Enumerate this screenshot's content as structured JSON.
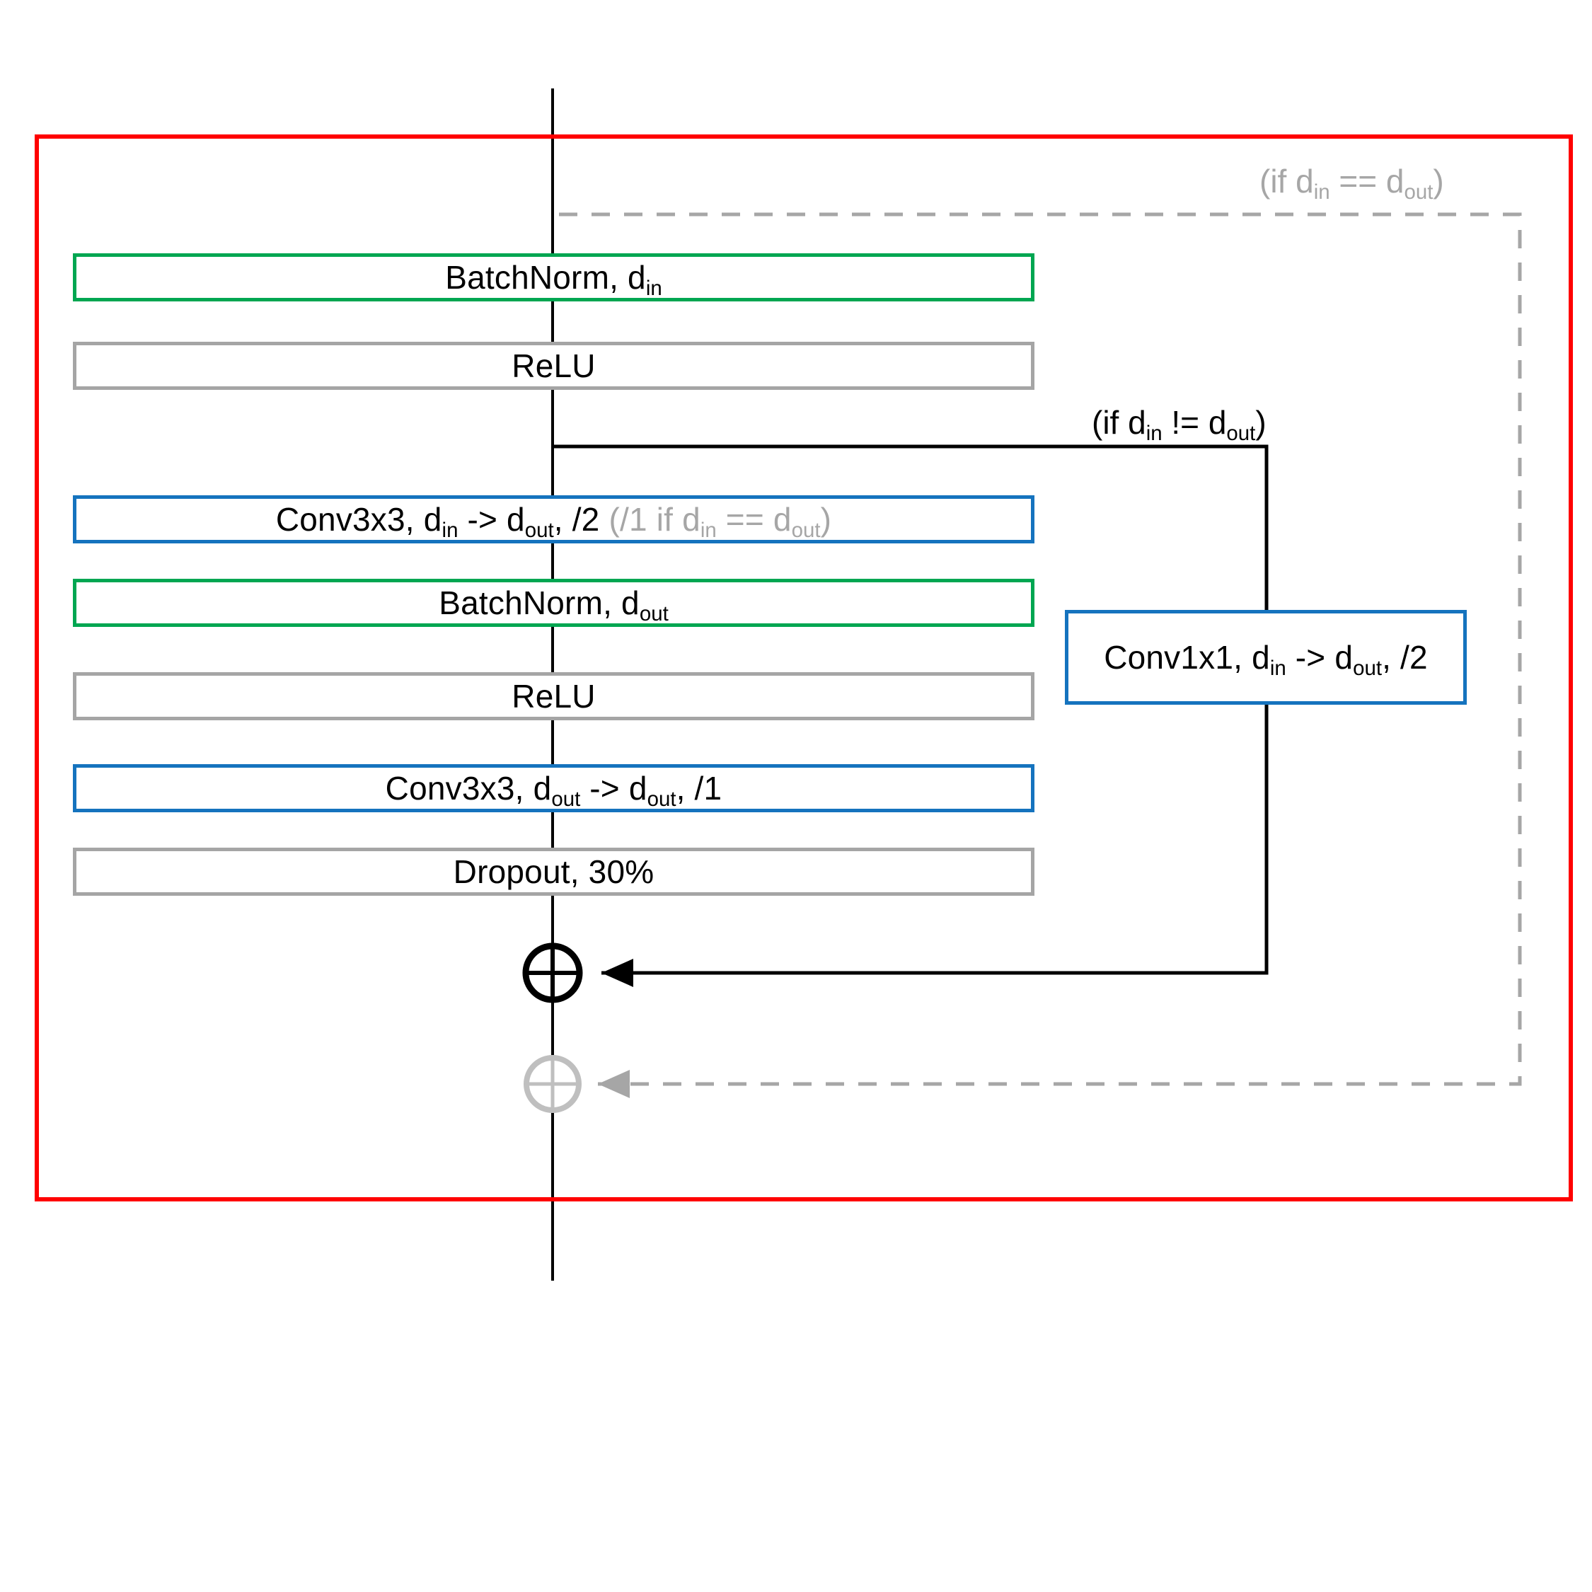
{
  "diagram": {
    "title": "Residual block (pre-activation) schematic",
    "colors": {
      "outer_border": "#FF0000",
      "norm_box": "#00A651",
      "conv_box": "#1573BE",
      "plain_box": "#A5A5A5",
      "muted_text": "#A6A6A6",
      "line": "#000000"
    },
    "outer_block_label": "residual-block-boundary",
    "main_path": [
      {
        "id": "batchnorm-in",
        "label_prefix": "BatchNorm, d",
        "label_sub": "in",
        "label_suffix": "",
        "style": "green"
      },
      {
        "id": "relu-1",
        "label_prefix": "ReLU",
        "label_sub": "",
        "label_suffix": "",
        "style": "grey"
      },
      {
        "id": "conv3x3-down",
        "label_prefix": "Conv3x3, d",
        "label_sub": "in",
        "label_suffix": "",
        "style": "blue"
      },
      {
        "id": "batchnorm-out",
        "label_prefix": "BatchNorm, d",
        "label_sub": "out",
        "label_suffix": "",
        "style": "green"
      },
      {
        "id": "relu-2",
        "label_prefix": "ReLU",
        "label_sub": "",
        "label_suffix": "",
        "style": "grey"
      },
      {
        "id": "conv3x3-same",
        "label_prefix": "Conv3x3, d",
        "label_sub": "out",
        "label_suffix": "",
        "style": "blue"
      },
      {
        "id": "dropout",
        "label_prefix": "Dropout, 30%",
        "label_sub": "",
        "label_suffix": "",
        "style": "grey"
      }
    ],
    "boxes": {
      "batchnorm_in": {
        "text": "BatchNorm, d",
        "sub": "in"
      },
      "relu_1": {
        "text": "ReLU"
      },
      "conv3x3_down": {
        "t1": "Conv3x3, d",
        "s1": "in",
        "t2": " -> d",
        "s2": "out",
        "t3": ", /2",
        "muted_t1": " (/1 if d",
        "muted_s1": "in",
        "muted_t2": " == d",
        "muted_s2": "out",
        "muted_t3": ")"
      },
      "batchnorm_out": {
        "text": "BatchNorm, d",
        "sub": "out"
      },
      "relu_2": {
        "text": "ReLU"
      },
      "conv3x3_same": {
        "t1": "Conv3x3, d",
        "s1": "out",
        "t2": " -> d",
        "s2": "out",
        "t3": ", /1"
      },
      "dropout": {
        "text": "Dropout, 30%"
      },
      "conv1x1": {
        "t1": "Conv1x1, d",
        "s1": "in",
        "t2": " -> d",
        "s2": "out",
        "t3": ", /2"
      }
    },
    "annotations": {
      "identity_skip": {
        "t1": "(if d",
        "s1": "in",
        "t2": " == d",
        "s2": "out",
        "t3": ")"
      },
      "projection_skip": {
        "t1": "(if d",
        "s1": "in",
        "t2": " != d",
        "s2": "out",
        "t3": ")"
      }
    },
    "operators": {
      "add_projection": {
        "glyph": "plus-circle",
        "state": "solid"
      },
      "add_identity": {
        "glyph": "plus-circle",
        "state": "muted"
      }
    }
  }
}
